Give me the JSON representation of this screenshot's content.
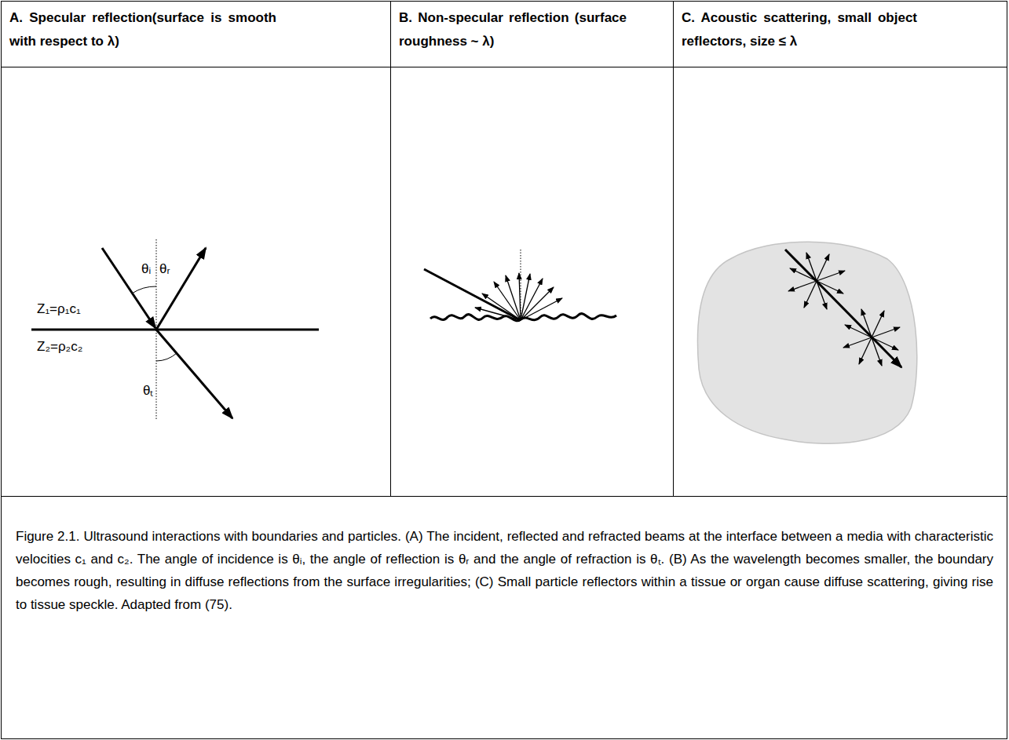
{
  "diagram": {
    "caption": "Figure 2.1. Ultrasound interactions with boundaries and particles. (A) The incident, reflected and refracted beams at the interface between a media with characteristic velocities c₁ and c₂. The angle of incidence is θᵢ, the angle of reflection is θᵣ and the angle of refraction is θₜ. (B) As the wavelength becomes smaller, the boundary becomes rough, resulting in diffuse reflections from the surface irregularities; (C) Small particle reflectors within a tissue or organ cause diffuse scattering, giving rise to tissue speckle. Adapted from (75).",
    "labels": [
      "A. Specular reflection(surface is smooth with respect to λ)",
      "B. Non-specular reflection (surface roughness ~ λ)",
      "C. Acoustic scattering, small object reflectors, size ≤ λ",
      "θᵢ",
      "θᵣ",
      "Z₁=ρ₁c₁",
      "Z₂=ρ₂c₂",
      "θₜ"
    ]
  }
}
